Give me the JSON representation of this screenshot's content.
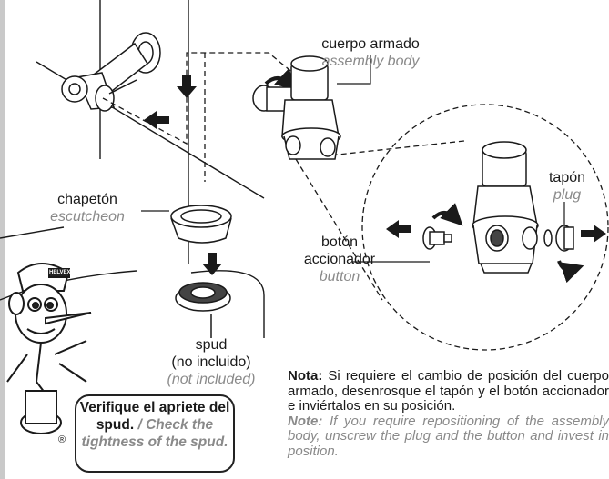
{
  "labels": {
    "assembly_body": {
      "es": "cuerpo armado",
      "en": "assembly body"
    },
    "escutcheon": {
      "es": "chapetón",
      "en": "escutcheon"
    },
    "button": {
      "es_line1": "botón",
      "es_line2": "accionador",
      "en": "button"
    },
    "plug": {
      "es": "tapón",
      "en": "plug"
    },
    "spud": {
      "es_line1": "spud",
      "es_line2": "(no incluido)",
      "en": "(not included)"
    }
  },
  "note": {
    "es_title": "Nota:",
    "es_text": "Si requiere el cambio de posición del cuerpo armado, desenrosque el tapón y el botón accionador e inviértalos en su posición.",
    "en_title": "Note:",
    "en_text": "If you require repositioning of the assembly body, unscrew the plug and the button and invest in position."
  },
  "callout": {
    "es": "Verifique el apriete del spud.",
    "en": "/ Check the tightness of the spud."
  },
  "mascot": {
    "cap_text": "HELVEX",
    "registered": "®"
  },
  "colors": {
    "line": "#1a1a1a",
    "gray_text": "#8a8a8a",
    "sidebar": "#c9c9c9"
  }
}
